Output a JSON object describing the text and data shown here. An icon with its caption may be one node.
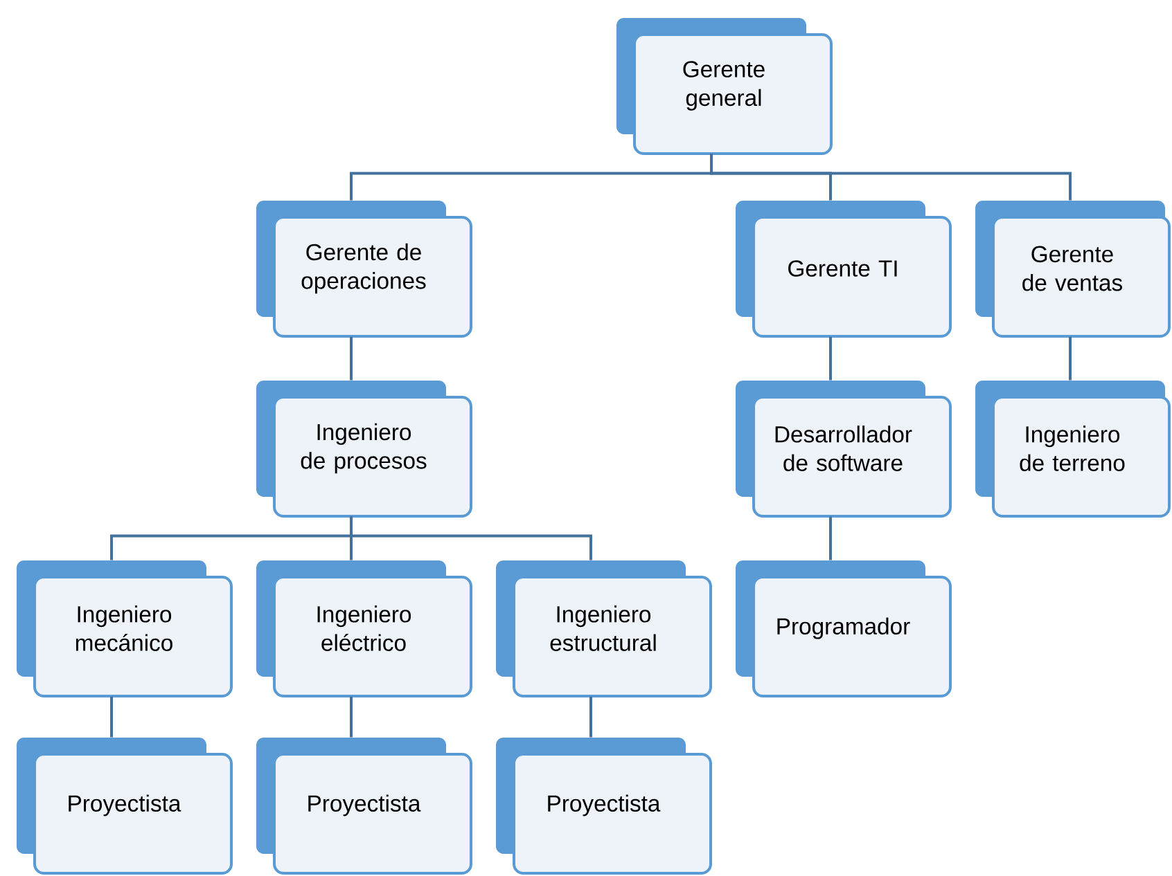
{
  "diagram": {
    "nodes": [
      {
        "text": [
          "Gerente general"
        ]
      },
      {
        "text": [
          "Gerente de operaciones"
        ]
      },
      {
        "text": [
          "Gerente TI"
        ]
      },
      {
        "text": [
          "Gerente de ventas"
        ]
      },
      {
        "text": [
          "Ingeniero de procesos"
        ]
      },
      {
        "text": [
          "Desarrollador de software"
        ]
      },
      {
        "text": [
          "Ingeniero de terreno"
        ]
      },
      {
        "text": [
          "Ingeniero mecánico"
        ]
      },
      {
        "text": [
          "Ingeniero eléctrico"
        ]
      },
      {
        "text": [
          "Ingeniero estructural"
        ]
      },
      {
        "text": [
          "Programador"
        ]
      },
      {
        "text": [
          "Proyectista"
        ]
      },
      {
        "text": [
          "Proyectista"
        ]
      },
      {
        "text": [
          "Proyectista"
        ]
      }
    ],
    "edges": [
      {
        "from": 0,
        "to": 1,
        "arrow": "none"
      },
      {
        "from": 0,
        "to": 2,
        "arrow": "none"
      },
      {
        "from": 0,
        "to": 3,
        "arrow": "none"
      },
      {
        "from": 1,
        "to": 4,
        "arrow": "none"
      },
      {
        "from": 2,
        "to": 5,
        "arrow": "none"
      },
      {
        "from": 3,
        "to": 6,
        "arrow": "none"
      },
      {
        "from": 4,
        "to": 7,
        "arrow": "none"
      },
      {
        "from": 4,
        "to": 8,
        "arrow": "none"
      },
      {
        "from": 4,
        "to": 9,
        "arrow": "none"
      },
      {
        "from": 5,
        "to": 10,
        "arrow": "none"
      },
      {
        "from": 7,
        "to": 11,
        "arrow": "none"
      },
      {
        "from": 8,
        "to": 12,
        "arrow": "none"
      },
      {
        "from": 9,
        "to": 13,
        "arrow": "none"
      }
    ]
  }
}
